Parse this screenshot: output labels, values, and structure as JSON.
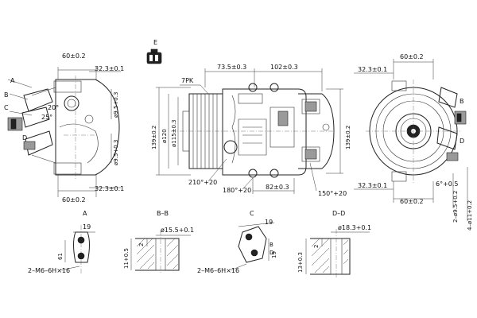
{
  "view_labels": {
    "e_view": "E",
    "a": "A",
    "bb": "B–B",
    "c": "C",
    "dd": "D–D",
    "left_a": "A",
    "left_b": "B",
    "left_c": "C",
    "left_d": "D",
    "right_b": "B",
    "right_d": "D"
  },
  "dims": {
    "d60_top_left": "60±0.2",
    "d32_3_top_left": "32.3±0.1",
    "d60_bot_left": "60±0.2",
    "d32_3_bot_left": "32.3±0.1",
    "d9_5_top": "ø9.5+0.3",
    "d9_5_bot": "ø9.5+0.3",
    "a20": "20°",
    "a25": "25°",
    "pk": "7PK",
    "d73_5": "73.5±0.3",
    "d102": "102±0.3",
    "d115": "ø115±0.3",
    "d120": "ø120",
    "d139_left": "139±0.2",
    "d139_right": "139±0.2",
    "a210": "210°+20",
    "a180": "180°+20",
    "d82": "82±0.3",
    "a150": "150°+20",
    "d60_top_right": "60±0.2",
    "d32_3_top_right": "32.3±0.1",
    "d32_3_bot_right": "32.3±0.1",
    "d60_bot_right": "60±0.2",
    "a6": "6°+0.5",
    "d9_5_right": "2–ø9.5+0.2",
    "d11": "4–ø11+0.2",
    "a_19": "19",
    "a_61": "61",
    "a_thread": "2–M6–6H×16",
    "bb_15_5": "ø15.5+0.1",
    "bb_2": "2",
    "bb_11": "11+0.5",
    "c_19": "19",
    "c_19b": "19",
    "c_thread": "2–M6–6H×16",
    "dd_18_3": "ø18.3+0.1",
    "dd_2": "2",
    "dd_13": "13+0.3"
  }
}
